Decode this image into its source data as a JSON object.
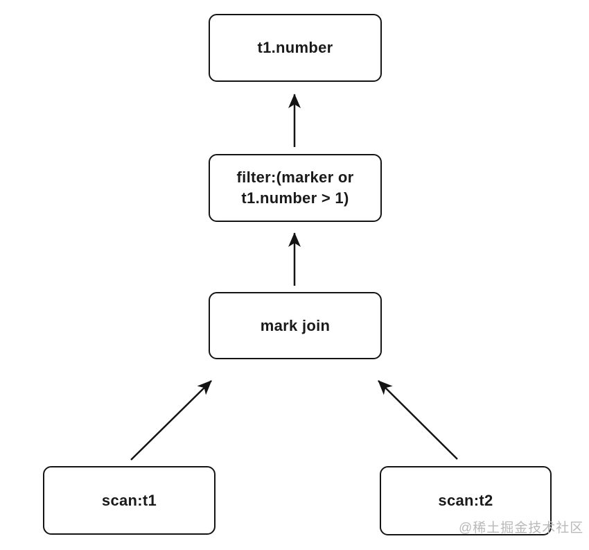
{
  "diagram": {
    "title": "query-plan-tree",
    "background_color": "#ffffff",
    "line_color": "#141414",
    "text_color": "#1a1a1a",
    "nodes": [
      {
        "id": "t1-number",
        "label": "t1.number"
      },
      {
        "id": "filter",
        "label": "filter:(marker or\nt1.number > 1)"
      },
      {
        "id": "mark-join",
        "label": "mark join"
      },
      {
        "id": "scan-t1",
        "label": "scan:t1"
      },
      {
        "id": "scan-t2",
        "label": "scan:t2"
      }
    ],
    "edges": [
      {
        "from": "filter",
        "to": "t1-number"
      },
      {
        "from": "mark-join",
        "to": "filter"
      },
      {
        "from": "scan-t1",
        "to": "mark-join"
      },
      {
        "from": "scan-t2",
        "to": "mark-join"
      }
    ]
  },
  "watermark": {
    "text": "@稀土掘金技术社区",
    "color": "#b9b9b9"
  }
}
